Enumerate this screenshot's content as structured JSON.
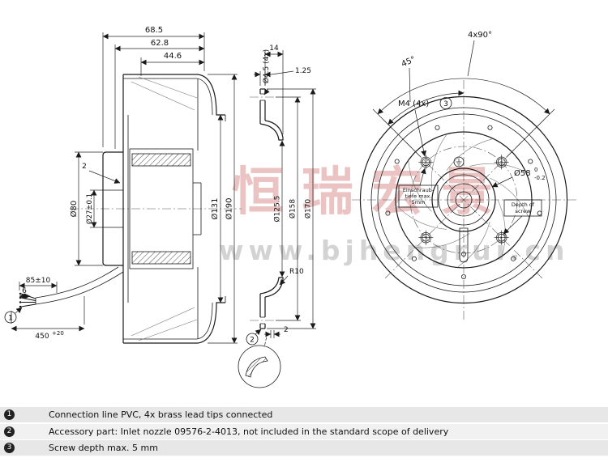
{
  "wm": {
    "cn": "恒瑞宏景",
    "url": "www.bjhengrui.cn"
  },
  "sv": {
    "d685": "68.5",
    "d628": "62.8",
    "d446": "44.6",
    "step": "2",
    "d80": "Ø80",
    "d27": "Ø27±0.1",
    "d131": "Ø131",
    "d190": "Ø190",
    "strip": "85±10",
    "tip": "6",
    "len": "450",
    "lentol": "+20",
    "c1": "1"
  },
  "nz": {
    "holes": "Ø4.5 (4x)",
    "w14": "14",
    "t125": "1.25",
    "d1255": "Ø125.5",
    "d158": "Ø158",
    "d170": "Ø170",
    "r10": "R10",
    "c2": "2",
    "lip2": "2"
  },
  "fv": {
    "a90": "4x90°",
    "a45": "45°",
    "m4": "M4 (4x)",
    "c3": "3",
    "d58": "Ø58",
    "tolhi": "0",
    "tollo": "-0.2",
    "de1": "Einschraub-",
    "de2": "tiefe max.",
    "de3": "5mm",
    "en1": "Depth of",
    "en2": "screw"
  },
  "notes": [
    {
      "num": "1",
      "text": "Connection line PVC, 4x brass lead tips connected"
    },
    {
      "num": "2",
      "text": "Accessory part: Inlet nozzle 09576-2-4013, not included in the standard scope of delivery"
    },
    {
      "num": "3",
      "text": "Screw depth max. 5 mm"
    }
  ]
}
